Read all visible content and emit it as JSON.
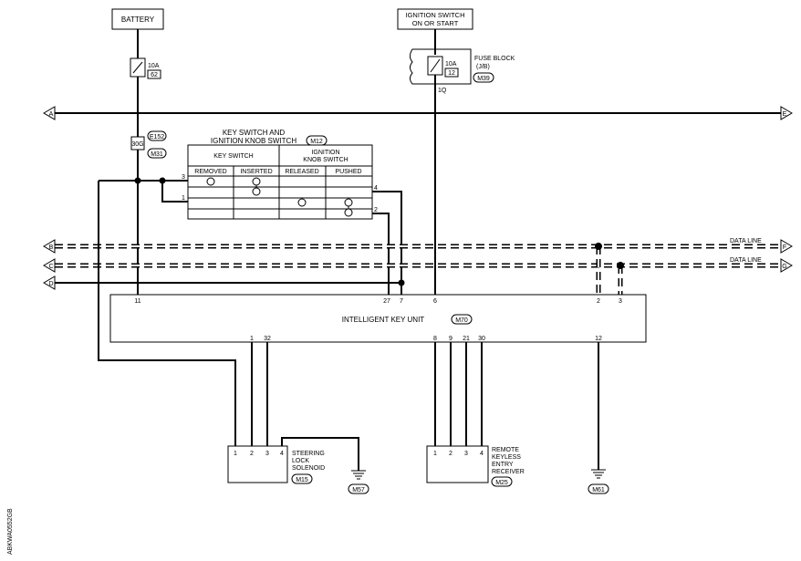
{
  "battery": {
    "label": "BATTERY"
  },
  "ignition_switch": {
    "line1": "IGNITION SWITCH",
    "line2": "ON OR START"
  },
  "fuses": {
    "battery_fuse": {
      "rating": "10A",
      "number": "62"
    },
    "jb_fuse": {
      "rating": "10A",
      "number": "12"
    }
  },
  "fuse_block": {
    "line1": "FUSE BLOCK",
    "line2": "(J/B)",
    "connector": "M39",
    "terminal": "1Q"
  },
  "connectors": {
    "e152": "E152",
    "m31": "M31",
    "terminal_30g": "30G"
  },
  "edge_arrows": {
    "a": "A",
    "e": "E",
    "b": "B",
    "c": "C",
    "d": "D",
    "f": "F",
    "g": "G"
  },
  "data_lines": {
    "line1": "DATA LINE",
    "line2": "DATA LINE"
  },
  "key_switch": {
    "title_line1": "KEY SWITCH AND",
    "title_line2": "IGNITION KNOB SWITCH",
    "connector": "M12",
    "group_key": "KEY SWITCH",
    "group_knob_line1": "IGNITION",
    "group_knob_line2": "KNOB SWITCH",
    "columns": [
      "REMOVED",
      "INSERTED",
      "RELEASED",
      "PUSHED"
    ],
    "pins": {
      "p3": "3",
      "p1": "1",
      "p4": "4",
      "p2": "2"
    }
  },
  "ikey_unit": {
    "label": "INTELLIGENT KEY UNIT",
    "connector": "M70",
    "top_pins": {
      "p11": "11",
      "p27": "27",
      "p7": "7",
      "p6": "6",
      "p2": "2",
      "p3": "3"
    },
    "bottom_pins": {
      "p1": "1",
      "p32": "32",
      "p8": "8",
      "p9": "9",
      "p21": "21",
      "p30": "30",
      "p12": "12"
    }
  },
  "steering_lock": {
    "line1": "STEERING",
    "line2": "LOCK",
    "line3": "SOLENOID",
    "connector": "M15",
    "pins": [
      "1",
      "2",
      "3",
      "4"
    ],
    "ground": "M57"
  },
  "remote_receiver": {
    "line1": "REMOTE",
    "line2": "KEYLESS",
    "line3": "ENTRY",
    "line4": "RECEIVER",
    "connector": "M25",
    "pins": [
      "1",
      "2",
      "3",
      "4"
    ]
  },
  "ground_m61": "M61",
  "drawing_code": "ABKWA0552GB"
}
